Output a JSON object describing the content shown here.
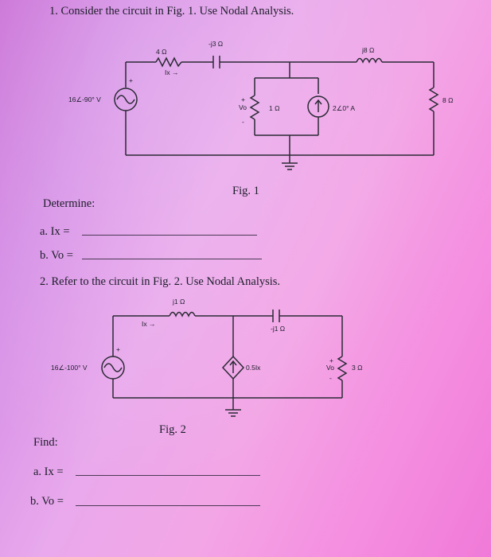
{
  "q1": {
    "heading": "1.  Consider the circuit in Fig. 1. Use Nodal Analysis.",
    "labels": {
      "r4": "4 Ω",
      "ix": "Ix →",
      "cap": "-j3 Ω",
      "ind": "j8 Ω",
      "r8": "8 Ω",
      "src": "16∠-90° V",
      "vo": "Vo",
      "r1": "1 Ω",
      "isrc": "2∠0° A",
      "plus": "+",
      "minus": "-"
    },
    "fig": "Fig. 1",
    "determine": "Determine:",
    "a": "a.  Ix =",
    "b": "b.  Vo ="
  },
  "q2": {
    "heading": "2.  Refer to the circuit in Fig. 2. Use Nodal Analysis.",
    "labels": {
      "ind": "j1 Ω",
      "ix": "Ix →",
      "cap": "-j1 Ω",
      "src": "16∠-100° V",
      "dep": "0.5Ix",
      "vo": "Vo",
      "r3": "3 Ω",
      "plus": "+",
      "minus": "-"
    },
    "fig": "Fig. 2",
    "find": "Find:",
    "a": "a.  Ix =",
    "b": "b.  Vo ="
  }
}
